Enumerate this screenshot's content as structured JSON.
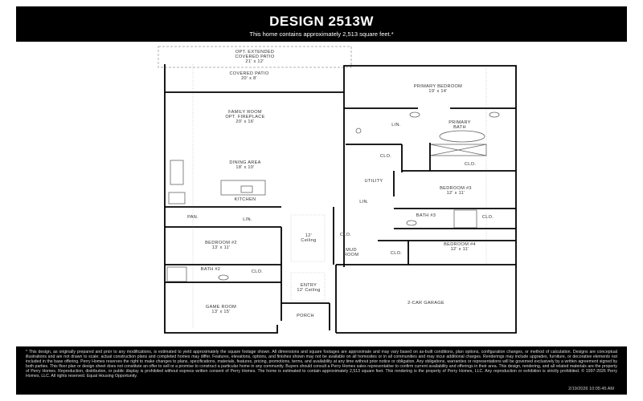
{
  "header": {
    "title": "DESIGN 2513W",
    "subtitle": "This home contains approximately 2,513 square feet.*"
  },
  "rooms": {
    "opt_patio": {
      "name": "OPT. EXTENDED",
      "name2": "COVERED PATIO",
      "size": "21' x 12'"
    },
    "covered_patio": {
      "name": "COVERED PATIO",
      "size": "20' x 8'"
    },
    "family_room": {
      "name": "FAMILY ROOM",
      "name2": "OPT. FIREPLACE",
      "size": "20' x 16'"
    },
    "dining": {
      "name": "DINING AREA",
      "size": "18' x 10'"
    },
    "kitchen": {
      "name": "KITCHEN"
    },
    "pantry": {
      "name": "PAN."
    },
    "lin_kitchen": {
      "name": "LIN."
    },
    "bedroom2": {
      "name": "BEDROOM #2",
      "size": "13' x 11'"
    },
    "bath2": {
      "name": "BATH #2"
    },
    "clo_bath2": {
      "name": "CLO."
    },
    "game_room": {
      "name": "GAME ROOM",
      "size": "13' x 15'"
    },
    "hall_ceiling": {
      "name": "12'",
      "name2": "Ceiling"
    },
    "entry": {
      "name": "ENTRY",
      "size": "12' Ceiling"
    },
    "porch": {
      "name": "PORCH"
    },
    "clo_hall": {
      "name": "CLO."
    },
    "mud_room": {
      "name": "MUD",
      "name2": "ROOM"
    },
    "primary_bedroom": {
      "name": "PRIMARY BEDROOM",
      "size": "19' x 14'"
    },
    "primary_bath": {
      "name": "PRIMARY",
      "name2": "BATH"
    },
    "lin_primary": {
      "name": "LIN."
    },
    "clo_primary1": {
      "name": "CLO."
    },
    "clo_primary2": {
      "name": "CLO."
    },
    "utility": {
      "name": "UTILITY"
    },
    "lin_utility": {
      "name": "LIN."
    },
    "bedroom3": {
      "name": "BEDROOM #3",
      "size": "12' x 11'"
    },
    "bath3": {
      "name": "BATH #3"
    },
    "clo_bath3": {
      "name": "CLO."
    },
    "bedroom4": {
      "name": "BEDROOM #4",
      "size": "12' x 11'"
    },
    "clo_bed4": {
      "name": "CLO."
    },
    "garage": {
      "name": "2-CAR GARAGE"
    }
  },
  "footer": {
    "disclaimer": "* This design, as originally prepared and prior to any modifications, is estimated to yield approximately the square footage shown. All dimensions and square footages are approximate and may vary based on as-built conditions, plan options, configuration changes, or method of calculation. Designs are conceptual illustrations and are not drawn to scale; actual construction plans and completed homes may differ. Features, elevations, options, and finishes shown may not be available on all homesites or in all communities and may incur additional charges. Renderings may include upgrades, furniture, or decorative elements not included in the base offering. Perry Homes reserves the right to make changes to plans, specifications, materials, features, pricing, promotions, terms, and availability at any time without prior notice or obligation. Any obligations, warranties or representations will be governed exclusively by a written agreement signed by both parties. This floor plan or design sheet does not constitute an offer to sell or a promise to construct a particular home in any community. Buyers should consult a Perry Homes sales representative to confirm current availability and offerings in their area. This design, rendering, and all related materials are the property of Perry Homes. Reproduction, distribution, or public display is prohibited without express written consent of Perry Homes. The home is estimated to contain approximately 2,513 square feet. This rendering is the property of Perry Homes, LLC. Any reproduction or exhibition is strictly prohibited. © 1997-2026 Perry Homes, LLC. All rights reserved. Equal Housing Opportunity.",
    "timestamp": "2/19/2026 10:05:45 AM"
  }
}
